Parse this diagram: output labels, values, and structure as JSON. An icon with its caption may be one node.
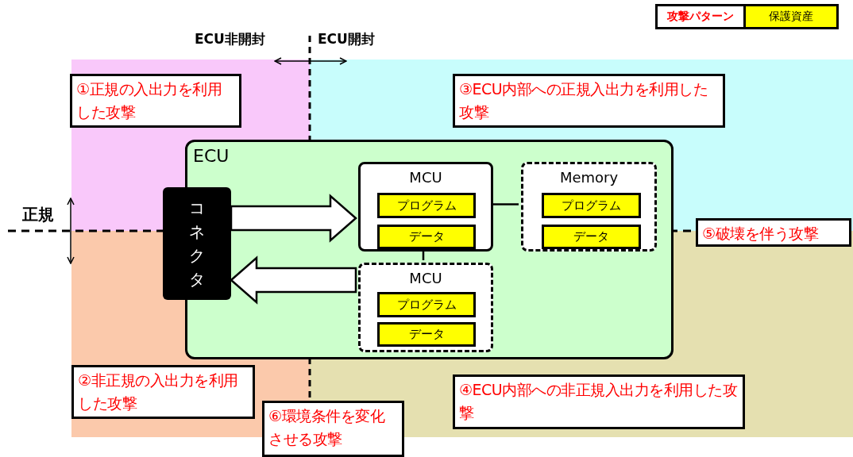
{
  "diagram": {
    "nodes": [
      {
        "text": [
          "①正規の入出力を利用した攻撃"
        ]
      },
      {
        "text": [
          "③ECU内部への正規入出力を利用した攻撃"
        ]
      },
      {
        "text": [
          "ECU"
        ]
      },
      {
        "text": [
          "コネクタ"
        ]
      },
      {
        "text": [
          "MCU"
        ],
        "in": 2
      },
      {
        "text": [
          "プログラム"
        ],
        "in": 4
      },
      {
        "text": [
          "データ"
        ],
        "in": 4
      },
      {
        "text": [
          "Memory"
        ],
        "in": 2
      },
      {
        "text": [
          "プログラム"
        ],
        "in": 7
      },
      {
        "text": [
          "データ"
        ],
        "in": 7
      },
      {
        "text": [
          "MCU"
        ],
        "in": 2
      },
      {
        "text": [
          "プログラム"
        ],
        "in": 10
      },
      {
        "text": [
          "データ"
        ],
        "in": 10
      },
      {
        "text": [
          "⑤破壊を伴う攻撃"
        ]
      },
      {
        "text": [
          "②非正規の入出力を利用した攻撃"
        ]
      },
      {
        "text": [
          "④ECU内部への非正規入出力を利用した攻撃"
        ]
      },
      {
        "text": [
          "⑥環境条件を変化させる攻撃"
        ]
      }
    ],
    "edges": [
      {
        "from": 3,
        "to": 4,
        "arrow": "to"
      },
      {
        "from": 10,
        "to": 3,
        "arrow": "to"
      },
      {
        "from": 4,
        "to": 7,
        "arrow": "none"
      },
      {
        "from": 4,
        "to": 10,
        "arrow": "none"
      }
    ],
    "labels": [
      "ECU非開封",
      "ECU開封",
      "正規"
    ],
    "legend": [
      {
        "text": "攻撃パターン",
        "color": "#ffffff"
      },
      {
        "text": "保護資産",
        "color": "#ffff00"
      }
    ]
  }
}
